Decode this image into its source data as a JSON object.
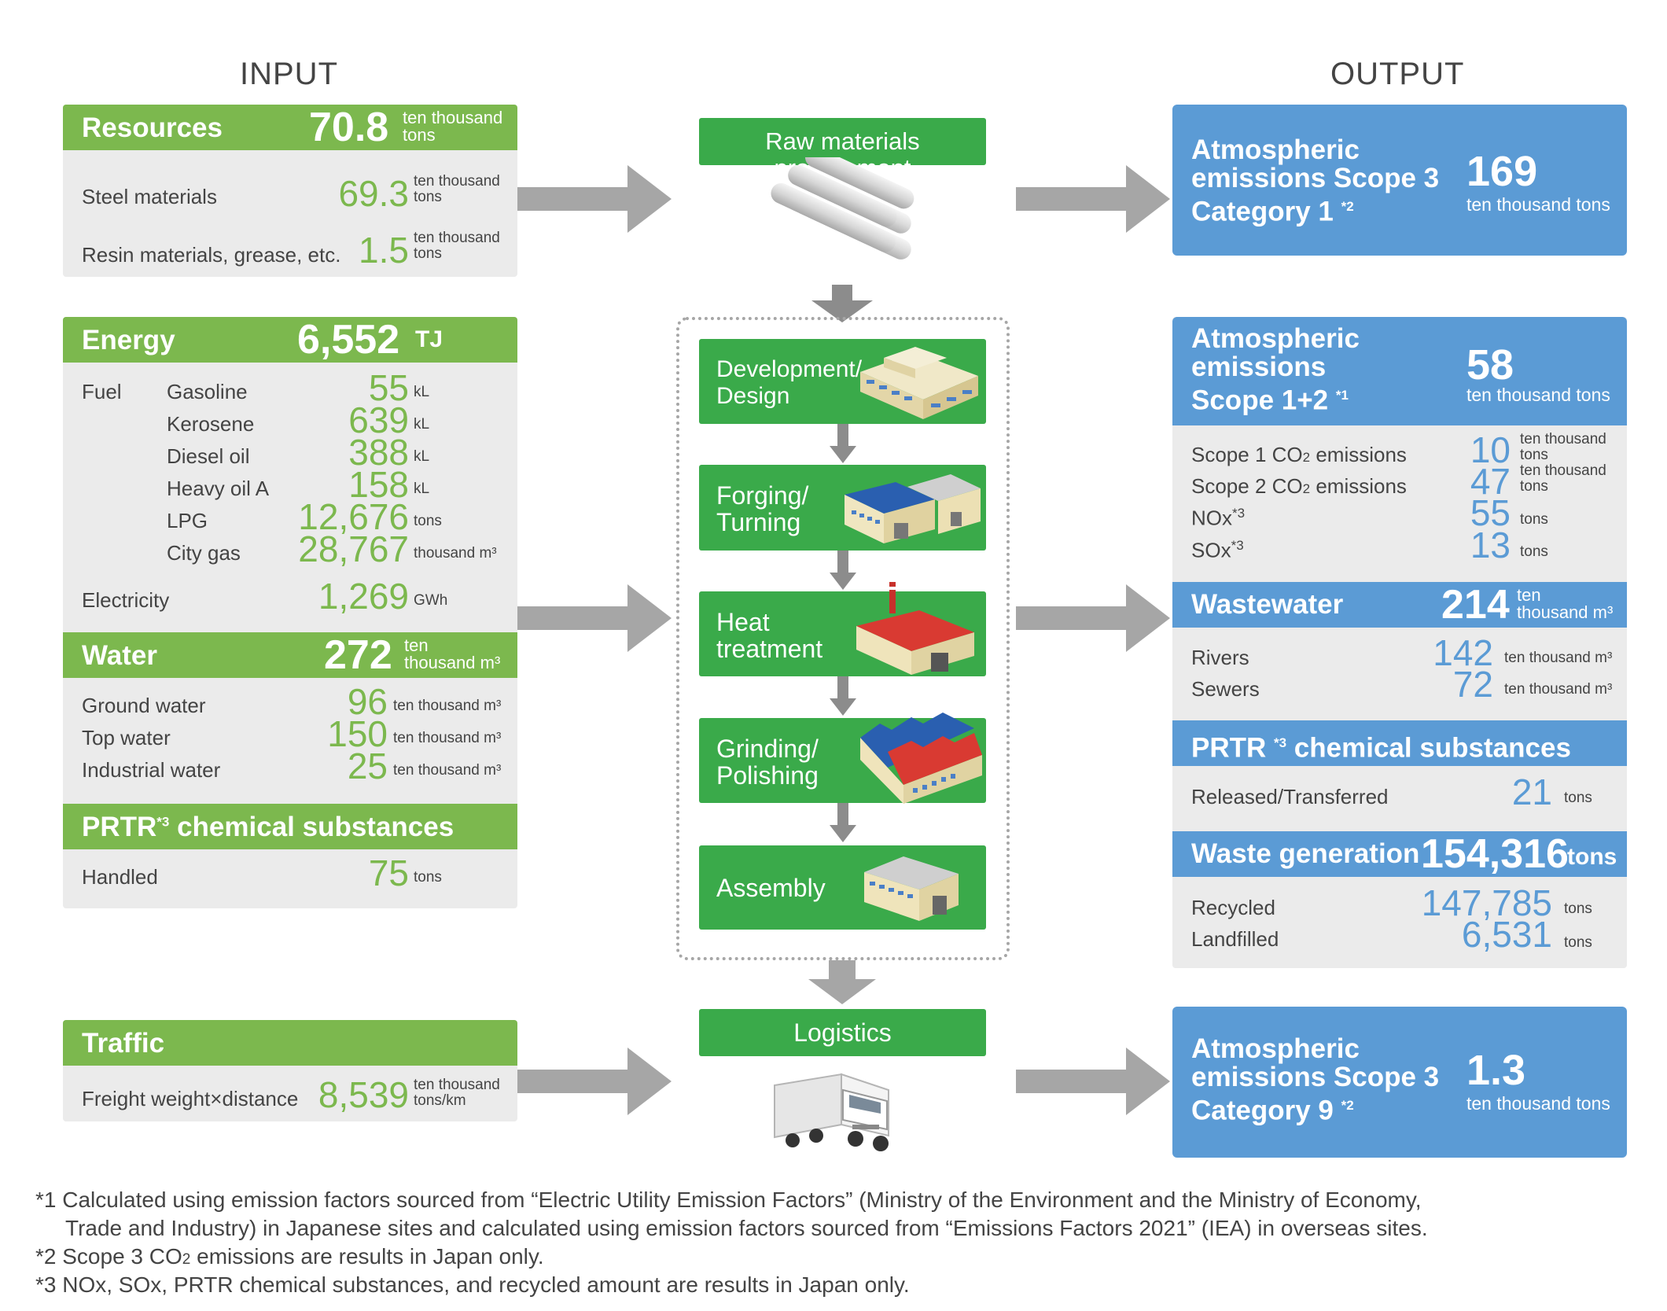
{
  "headings": {
    "input": "INPUT",
    "output": "OUTPUT"
  },
  "colors": {
    "green_head": "#7cb84e",
    "green_number": "#7cb84e",
    "blue": "#5b9bd5",
    "process_green": "#3aaa4a",
    "panel_gray": "#ebebeb",
    "arrow_gray": "#a6a6a6"
  },
  "input": {
    "resources": {
      "title": "Resources",
      "value": "70.8",
      "unit_line1": "ten thousand",
      "unit_line2": "tons",
      "items": [
        {
          "label": "Steel materials",
          "value": "69.3",
          "unit_line1": "ten thousand",
          "unit_line2": "tons"
        },
        {
          "label": "Resin materials, grease, etc.",
          "value": "1.5",
          "unit_line1": "ten thousand",
          "unit_line2": "tons"
        }
      ]
    },
    "energy": {
      "title": "Energy",
      "value": "6,552",
      "unit": "TJ",
      "fuel_label": "Fuel",
      "fuel": [
        {
          "label": "Gasoline",
          "value": "55",
          "unit": "kL"
        },
        {
          "label": "Kerosene",
          "value": "639",
          "unit": "kL"
        },
        {
          "label": "Diesel oil",
          "value": "388",
          "unit": "kL"
        },
        {
          "label": "Heavy oil A",
          "value": "158",
          "unit": "kL"
        },
        {
          "label": "LPG",
          "value": "12,676",
          "unit": "tons"
        },
        {
          "label": "City gas",
          "value": "28,767",
          "unit": "thousand m³"
        }
      ],
      "electricity": {
        "label": "Electricity",
        "value": "1,269",
        "unit": "GWh"
      }
    },
    "water": {
      "title": "Water",
      "value": "272",
      "unit_line1": "ten",
      "unit_line2": "thousand m³",
      "items": [
        {
          "label": "Ground water",
          "value": "96",
          "unit": "ten thousand m³"
        },
        {
          "label": "Top water",
          "value": "150",
          "unit": "ten thousand m³"
        },
        {
          "label": "Industrial water",
          "value": "25",
          "unit": "ten thousand m³"
        }
      ]
    },
    "prtr": {
      "title_pre": "PRTR",
      "title_sup": "*3",
      "title_post": " chemical substances",
      "item": {
        "label": "Handled",
        "value": "75",
        "unit": "tons"
      }
    },
    "traffic": {
      "title": "Traffic",
      "item": {
        "label": "Freight weight×distance",
        "value": "8,539",
        "unit_line1": "ten thousand",
        "unit_line2": "tons/km"
      }
    }
  },
  "process": {
    "procurement": "Raw materials procurement",
    "steps": [
      {
        "line1": "Development/",
        "line2": "Design"
      },
      {
        "line1": "Forging/",
        "line2": "Turning"
      },
      {
        "line1": "Heat",
        "line2": "treatment"
      },
      {
        "line1": "Grinding/",
        "line2": "Polishing"
      },
      {
        "line1": "Assembly",
        "line2": ""
      }
    ],
    "logistics": "Logistics"
  },
  "output": {
    "scope3_cat1": {
      "line1": "Atmospheric",
      "line2": "emissions Scope 3",
      "line3": "Category 1",
      "sup": "*2",
      "value": "169",
      "unit": "ten thousand tons"
    },
    "scope12": {
      "line1": "Atmospheric",
      "line2": "emissions",
      "line3": "Scope 1+2",
      "sup": "*1",
      "value": "58",
      "unit": "ten thousand tons",
      "items": [
        {
          "label_pre": "Scope 1 CO",
          "label_sub": "2",
          "label_post": " emissions",
          "value": "10",
          "unit_line1": "ten thousand",
          "unit_line2": "tons"
        },
        {
          "label_pre": "Scope 2 CO",
          "label_sub": "2",
          "label_post": " emissions",
          "value": "47",
          "unit_line1": "ten thousand",
          "unit_line2": "tons"
        },
        {
          "label_pre": "NOx",
          "label_sup": "*3",
          "value": "55",
          "unit": "tons"
        },
        {
          "label_pre": "SOx",
          "label_sup": "*3",
          "value": "13",
          "unit": "tons"
        }
      ]
    },
    "wastewater": {
      "title": "Wastewater",
      "value": "214",
      "unit_line1": "ten",
      "unit_line2": "thousand m³",
      "items": [
        {
          "label": "Rivers",
          "value": "142",
          "unit": "ten thousand m³"
        },
        {
          "label": "Sewers",
          "value": "72",
          "unit": "ten thousand m³"
        }
      ]
    },
    "prtr": {
      "title_pre": "PRTR ",
      "title_sup": "*3",
      "title_post": " chemical substances",
      "item": {
        "label": "Released/Transferred",
        "value": "21",
        "unit": "tons"
      }
    },
    "waste": {
      "title": "Waste generation",
      "value": "154,316",
      "unit": "tons",
      "items": [
        {
          "label": "Recycled",
          "value": "147,785",
          "unit": "tons"
        },
        {
          "label": "Landfilled",
          "value": "6,531",
          "unit": "tons"
        }
      ]
    },
    "scope3_cat9": {
      "line1": "Atmospheric",
      "line2": "emissions Scope 3",
      "line3": "Category 9",
      "sup": "*2",
      "value": "1.3",
      "unit": "ten thousand tons"
    }
  },
  "footnotes": {
    "n1_line1": "*1 Calculated using emission factors sourced from “Electric Utility Emission Factors” (Ministry of the Environment and the Ministry of Economy,",
    "n1_line2": "Trade and Industry) in Japanese sites and calculated using emission factors sourced from “Emissions Factors 2021” (IEA) in overseas sites.",
    "n2_pre": "*2 Scope 3 CO",
    "n2_sub": "2",
    "n2_post": " emissions are results in Japan only.",
    "n3": "*3 NOx, SOx, PRTR chemical substances, and recycled amount are results in Japan only."
  }
}
